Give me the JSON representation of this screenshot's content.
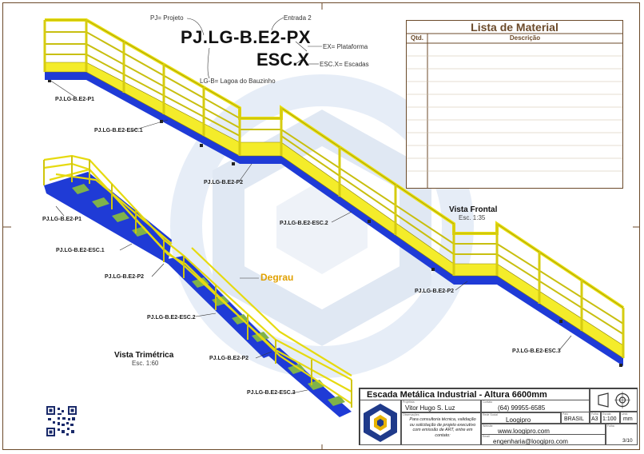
{
  "codes": {
    "main_code": "PJ.LG-B.E2-PX",
    "esc_code": "ESC.X"
  },
  "legend": {
    "pj": "PJ= Projeto",
    "entrada": "Entrada 2",
    "ex": "EX= Plataforma",
    "escx": "ESC.X= Escadas",
    "lg": "LG-B= Lagoa do Bauzinho"
  },
  "front_labels": {
    "p1": "PJ.LG-B.E2-P1",
    "esc1": "PJ.LG-B.E2-ESC.1",
    "p2a": "PJ.LG-B.E2-P2",
    "esc2": "PJ.LG-B.E2-ESC.2",
    "p2b": "PJ.LG-B.E2-P2",
    "esc3": "PJ.LG-B.E2-ESC.3"
  },
  "tri_labels": {
    "p1": "PJ.LG-B.E2-P1",
    "esc1": "PJ.LG-B.E2-ESC.1",
    "p2a": "PJ.LG-B.E2-P2",
    "esc2": "PJ.LG-B.E2-ESC.2",
    "p2b": "PJ.LG-B.E2-P2",
    "esc3": "PJ.LG-B.E2-ESC.3"
  },
  "degrau": "Degrau",
  "views": {
    "front_title": "Vista Frontal",
    "front_scale": "Esc. 1:35",
    "tri_title": "Vista Trimétrica",
    "tri_scale": "Esc. 1:60"
  },
  "material_list": {
    "title": "Lista de Material",
    "col_qty": "Qtd.",
    "col_desc": "Descrição"
  },
  "title_block": {
    "title": "Escada Metálica Industrial - Altura 6600mm",
    "designer_cap": "Projetista",
    "designer": "Vitor Hugo S. Luz",
    "contact_cap": "Contato",
    "phone": "(64) 99955-6585",
    "obs_cap": "Observações",
    "obs_text": "Para consultoria técnica, validação ou solicitação de projeto executivo com emissão de ART, entre em contato:",
    "social_cap": "Rede Social",
    "social": "Loogipro",
    "site_cap": "Website",
    "site": "www.loogipro.com",
    "email_cap": "Email",
    "email": "engenharia@loogipro.com",
    "country_cap": "País",
    "country": "BRASIL",
    "size_cap": "Folha",
    "size": "A3",
    "scale_cap": "Escala",
    "scale": "1:100",
    "unit_cap": "Unid.",
    "unit": "mm",
    "sheet_cap": "Folha",
    "sheet": "3/10"
  },
  "colors": {
    "rail": "#f4ec2a",
    "rail_dark": "#c8bf10",
    "base": "#1f3bd6",
    "border": "#6b4a2a",
    "watermark": "#dde6f3",
    "accent": "#e0a000"
  }
}
